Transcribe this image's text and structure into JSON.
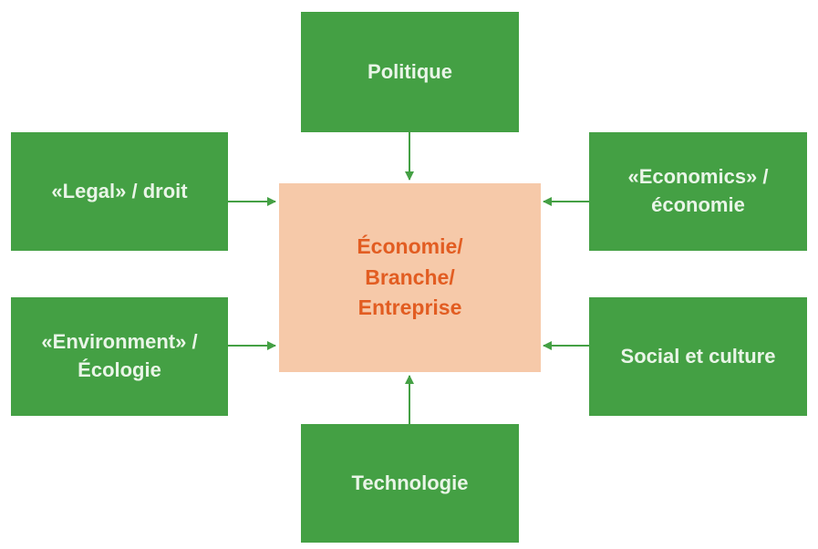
{
  "diagram": {
    "center": {
      "label": "Économie/\nBranche/\nEntreprise",
      "fill_color": "#f6c9a9",
      "text_color": "#e25d22"
    },
    "factors": {
      "top": {
        "label": "Politique"
      },
      "left_upper": {
        "label": "«Legal» / droit"
      },
      "right_upper": {
        "label": "«Economics» /\néconomie"
      },
      "left_lower": {
        "label": "«Environment» /\nÉcologie"
      },
      "right_lower": {
        "label": "Social et culture"
      },
      "bottom": {
        "label": "Technologie"
      }
    },
    "factor_fill_color": "#44a044",
    "arrow_color": "#44a044",
    "arrow_direction": "toward-center"
  }
}
